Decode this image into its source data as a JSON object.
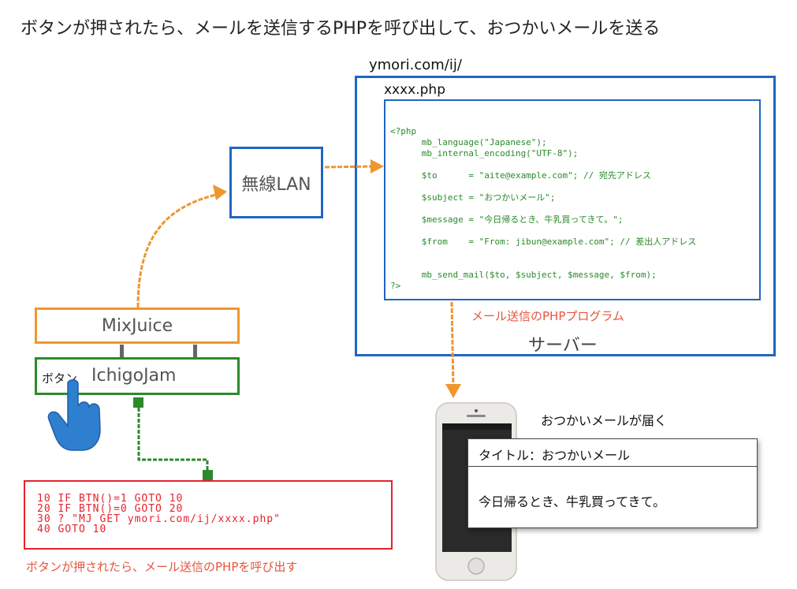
{
  "title": "ボタンが押されたら、メールを送信するPHPを呼び出して、おつかいメールを送る",
  "server": {
    "url": "ymori.com/ij/",
    "file_name": "xxxx.php",
    "code": "<?php\n      mb_language(\"Japanese\");\n      mb_internal_encoding(\"UTF-8\");\n\n      $to      = \"aite@example.com\"; // 宛先アドレス\n\n      $subject = \"おつかいメール\";\n\n      $message = \"今日帰るとき、牛乳買ってきて。\";\n\n      $from    = \"From: jibun@example.com\"; // 差出人アドレス\n\n\n      mb_send_mail($to, $subject, $message, $from);\n?>",
    "program_label": "メール送信のPHPプログラム",
    "label": "サーバー"
  },
  "lan": {
    "label": "無線LAN"
  },
  "mixjuice": {
    "label": "MixJuice"
  },
  "ichigojam": {
    "button_label": "ボタン",
    "label": "IchigoJam"
  },
  "basic": {
    "code": "10 IF BTN()=1 GOTO 10\n20 IF BTN()=0 GOTO 20\n30 ? \"MJ GET ymori.com/ij/xxxx.php\"\n40 GOTO 10",
    "caption": "ボタンが押されたら、メール送信のPHPを呼び出す"
  },
  "phone": {
    "caption": "おつかいメールが届く",
    "mail_title": "タイトル：おつかいメール",
    "mail_body": "今日帰るとき、牛乳買ってきて。"
  },
  "colors": {
    "orange": "#f0962e",
    "blue": "#1f66c2",
    "green": "#2c8a2c",
    "red": "#e8212c",
    "hand": "#2f7fd0"
  },
  "icons": {
    "hand": "pointing-hand-icon",
    "phone": "smartphone-icon"
  }
}
